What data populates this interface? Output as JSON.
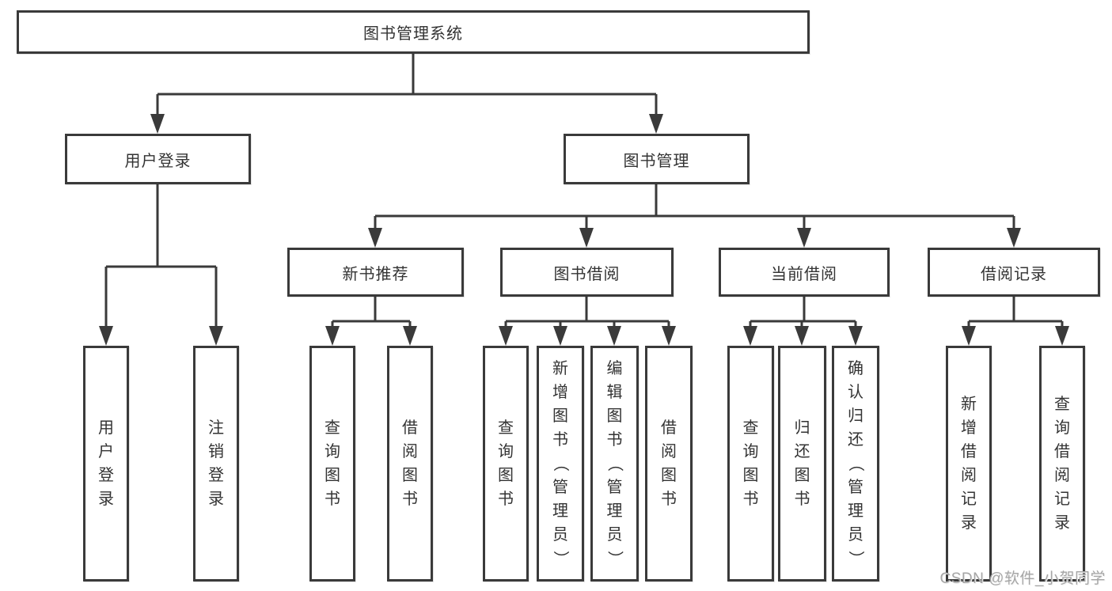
{
  "diagram_title": "图书管理系统",
  "nodes": {
    "root": "图书管理系统",
    "user_login": "用户登录",
    "book_mgmt": "图书管理",
    "new_book_rec": "新书推荐",
    "book_borrow": "图书借阅",
    "current_borrow": "当前借阅",
    "borrow_records": "借阅记录",
    "leaf_user_login": "用户登录",
    "leaf_logout": "注销登录",
    "leaf_query_books_1": "查询图书",
    "leaf_borrow_books_1": "借阅图书",
    "leaf_query_books_2": "查询图书",
    "leaf_add_books": "新增图书（管理员）",
    "leaf_edit_books": "编辑图书（管理员）",
    "leaf_borrow_books_2": "借阅图书",
    "leaf_query_books_3": "查询图书",
    "leaf_return_books": "归还图书",
    "leaf_confirm_return": "确认归还（管理员）",
    "leaf_add_borrow_record": "新增借阅记录",
    "leaf_query_borrow_record": "查询借阅记录"
  },
  "tree": {
    "图书管理系统": {
      "用户登录": [
        "用户登录",
        "注销登录"
      ],
      "图书管理": {
        "新书推荐": [
          "查询图书",
          "借阅图书"
        ],
        "图书借阅": [
          "查询图书",
          "新增图书（管理员）",
          "编辑图书（管理员）",
          "借阅图书"
        ],
        "当前借阅": [
          "查询图书",
          "归还图书",
          "确认归还（管理员）"
        ],
        "借阅记录": [
          "新增借阅记录",
          "查询借阅记录"
        ]
      }
    }
  },
  "watermark": "CSDN @软件_小贺同学",
  "colors": {
    "background": "#ffffff",
    "box_border": "#3a3a3a",
    "line": "#3a3a3a",
    "text": "#333333",
    "watermark": "#a6a6a6"
  }
}
